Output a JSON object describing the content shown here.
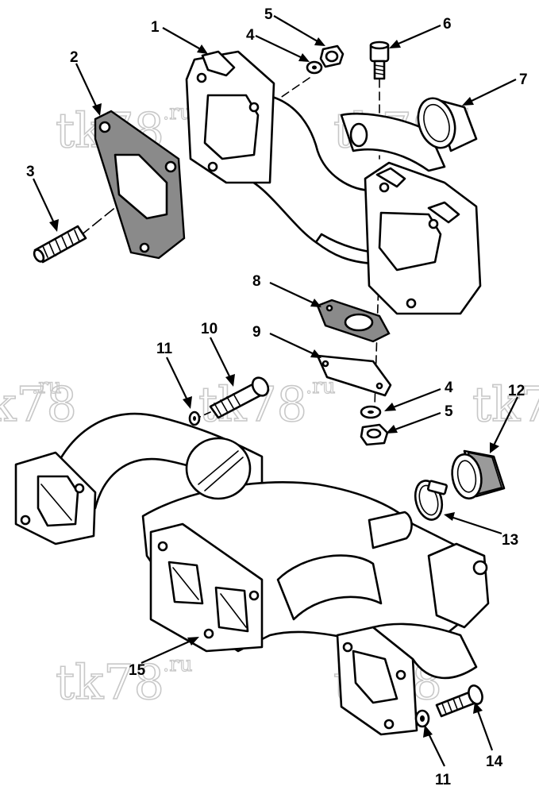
{
  "watermark": {
    "main": "tk78",
    "sup": ".ru"
  },
  "callouts": [
    {
      "id": "c1",
      "label": "1"
    },
    {
      "id": "c2",
      "label": "2"
    },
    {
      "id": "c3",
      "label": "3"
    },
    {
      "id": "c4a",
      "label": "4"
    },
    {
      "id": "c5a",
      "label": "5"
    },
    {
      "id": "c6",
      "label": "6"
    },
    {
      "id": "c7",
      "label": "7"
    },
    {
      "id": "c8",
      "label": "8"
    },
    {
      "id": "c9",
      "label": "9"
    },
    {
      "id": "c10",
      "label": "10"
    },
    {
      "id": "c11a",
      "label": "11"
    },
    {
      "id": "c4b",
      "label": "4"
    },
    {
      "id": "c5b",
      "label": "5"
    },
    {
      "id": "c12",
      "label": "12"
    },
    {
      "id": "c13",
      "label": "13"
    },
    {
      "id": "c14",
      "label": "14"
    },
    {
      "id": "c15",
      "label": "15"
    },
    {
      "id": "c11b",
      "label": "11"
    }
  ]
}
